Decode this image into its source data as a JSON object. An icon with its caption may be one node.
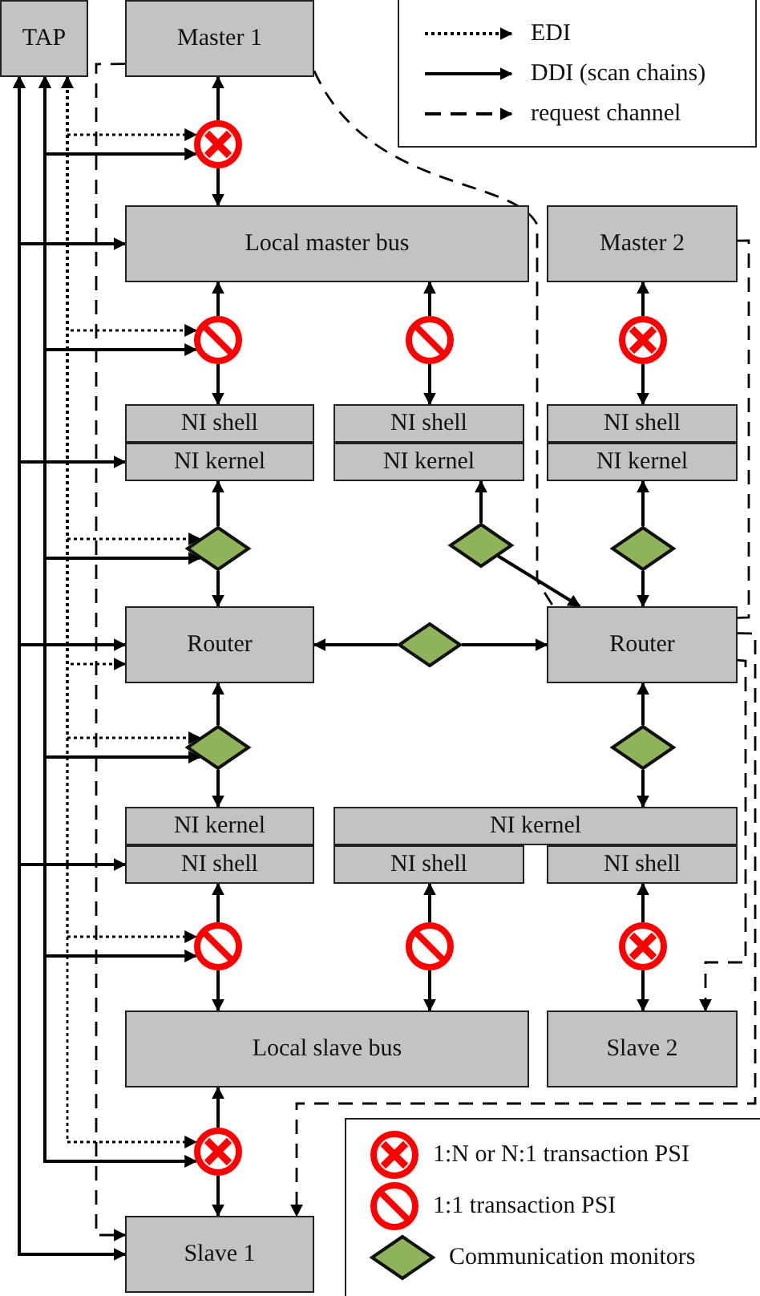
{
  "diagram": {
    "nodes": [
      {
        "text": [
          "TAP"
        ]
      },
      {
        "text": [
          "Master 1"
        ]
      },
      {
        "text": [
          "Local master bus"
        ]
      },
      {
        "text": [
          "Master 2"
        ]
      },
      {
        "text": [
          "NI shell"
        ]
      },
      {
        "text": [
          "NI kernel"
        ]
      },
      {
        "text": [
          "NI shell"
        ]
      },
      {
        "text": [
          "NI kernel"
        ]
      },
      {
        "text": [
          "NI shell"
        ]
      },
      {
        "text": [
          "NI kernel"
        ]
      },
      {
        "text": [
          "Router"
        ]
      },
      {
        "text": [
          "Router"
        ]
      },
      {
        "text": [
          "NI kernel"
        ]
      },
      {
        "text": [
          "NI shell"
        ]
      },
      {
        "text": [
          "NI kernel"
        ]
      },
      {
        "text": [
          "NI shell"
        ]
      },
      {
        "text": [
          "NI shell"
        ]
      },
      {
        "text": [
          "Local slave bus"
        ]
      },
      {
        "text": [
          "Slave 2"
        ]
      },
      {
        "text": [
          "Slave 1"
        ]
      },
      {
        "text": [],
        "shape": "circle"
      },
      {
        "text": [],
        "shape": "circle"
      },
      {
        "text": [],
        "shape": "circle"
      },
      {
        "text": [],
        "shape": "circle"
      },
      {
        "text": [],
        "shape": "diamond"
      },
      {
        "text": [],
        "shape": "diamond"
      },
      {
        "text": [],
        "shape": "diamond"
      },
      {
        "text": [],
        "shape": "diamond"
      },
      {
        "text": [],
        "shape": "diamond"
      },
      {
        "text": [],
        "shape": "diamond"
      },
      {
        "text": [],
        "shape": "circle"
      },
      {
        "text": [],
        "shape": "circle"
      },
      {
        "text": [],
        "shape": "circle"
      },
      {
        "text": [],
        "shape": "circle"
      }
    ],
    "edges": [
      {
        "from": 20,
        "to": 1,
        "arrow": "to"
      },
      {
        "from": 20,
        "to": 2,
        "arrow": "to"
      },
      {
        "from": 21,
        "to": 2,
        "arrow": "to"
      },
      {
        "from": 21,
        "to": 4,
        "arrow": "to"
      },
      {
        "from": 22,
        "to": 2,
        "arrow": "to"
      },
      {
        "from": 22,
        "to": 6,
        "arrow": "to"
      },
      {
        "from": 23,
        "to": 3,
        "arrow": "to"
      },
      {
        "from": 23,
        "to": 8,
        "arrow": "to"
      },
      {
        "from": 24,
        "to": 5,
        "arrow": "to"
      },
      {
        "from": 24,
        "to": 10,
        "arrow": "to"
      },
      {
        "from": 25,
        "to": 7,
        "arrow": "to"
      },
      {
        "from": 25,
        "to": 11,
        "arrow": "to"
      },
      {
        "from": 26,
        "to": 9,
        "arrow": "to"
      },
      {
        "from": 26,
        "to": 11,
        "arrow": "to"
      },
      {
        "from": 27,
        "to": 10,
        "arrow": "to"
      },
      {
        "from": 27,
        "to": 11,
        "arrow": "to"
      },
      {
        "from": 28,
        "to": 10,
        "arrow": "to"
      },
      {
        "from": 28,
        "to": 12,
        "arrow": "to"
      },
      {
        "from": 29,
        "to": 11,
        "arrow": "to"
      },
      {
        "from": 29,
        "to": 14,
        "arrow": "to"
      },
      {
        "from": 30,
        "to": 13,
        "arrow": "to"
      },
      {
        "from": 30,
        "to": 17,
        "arrow": "to"
      },
      {
        "from": 31,
        "to": 15,
        "arrow": "to"
      },
      {
        "from": 31,
        "to": 17,
        "arrow": "to"
      },
      {
        "from": 32,
        "to": 16,
        "arrow": "to"
      },
      {
        "from": 32,
        "to": 18,
        "arrow": "to"
      },
      {
        "from": 33,
        "to": 17,
        "arrow": "to"
      },
      {
        "from": 33,
        "to": 19,
        "arrow": "to"
      },
      {
        "from": 0,
        "to": 2,
        "arrow": "both"
      },
      {
        "from": 0,
        "to": 5,
        "arrow": "both"
      },
      {
        "from": 0,
        "to": 10,
        "arrow": "both"
      },
      {
        "from": 0,
        "to": 13,
        "arrow": "both"
      },
      {
        "from": 0,
        "to": 19,
        "arrow": "both"
      },
      {
        "from": 0,
        "to": 20,
        "arrow": "both"
      },
      {
        "from": 0,
        "to": 21,
        "arrow": "both"
      },
      {
        "from": 0,
        "to": 24,
        "arrow": "both"
      },
      {
        "from": 0,
        "to": 28,
        "arrow": "both"
      },
      {
        "from": 0,
        "to": 30,
        "arrow": "both"
      },
      {
        "from": 0,
        "to": 33,
        "arrow": "both"
      },
      {
        "from": 0,
        "to": 20,
        "arrow": "to",
        "style": "dashed"
      },
      {
        "from": 0,
        "to": 21,
        "arrow": "to",
        "style": "dashed"
      },
      {
        "from": 0,
        "to": 24,
        "arrow": "both",
        "style": "dashed"
      },
      {
        "from": 0,
        "to": 10,
        "arrow": "to",
        "style": "dashed"
      },
      {
        "from": 0,
        "to": 28,
        "arrow": "both",
        "style": "dashed"
      },
      {
        "from": 0,
        "to": 30,
        "arrow": "to",
        "style": "dashed"
      },
      {
        "from": 0,
        "to": 33,
        "arrow": "to",
        "style": "dashed"
      },
      {
        "from": 1,
        "to": 19,
        "arrow": "to",
        "style": "dashed"
      },
      {
        "from": 1,
        "to": 11,
        "arrow": "none",
        "style": "dashed"
      },
      {
        "from": 11,
        "to": 19,
        "arrow": "to",
        "style": "dashed"
      },
      {
        "from": 3,
        "to": 11,
        "arrow": "none",
        "style": "dashed"
      },
      {
        "from": 11,
        "to": 18,
        "arrow": "to",
        "style": "dashed"
      }
    ],
    "legend": [
      {
        "text": "EDI"
      },
      {
        "text": "DDI (scan chains)"
      },
      {
        "text": "request channel"
      },
      {
        "text": "1:N or N:1 transaction PSI"
      },
      {
        "text": "1:1 transaction PSI"
      },
      {
        "text": "Communication monitors"
      }
    ]
  }
}
